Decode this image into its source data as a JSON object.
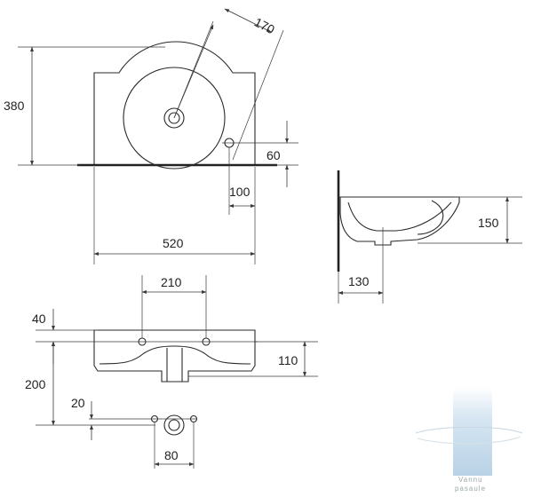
{
  "dimensions": {
    "radius": "170",
    "height_total": "380",
    "hole_offset_vertical": "60",
    "hole_offset_horizontal": "100",
    "width_total": "520",
    "depth_side": "150",
    "drain_offset_side": "130",
    "tap_holes_spacing": "210",
    "top_thickness": "40",
    "front_height": "200",
    "front_depth": "110",
    "small_offset": "20",
    "drain_spacing": "80"
  },
  "watermark": {
    "line1": "Vannu",
    "line2": "pasaule"
  },
  "colors": {
    "line": "#2a2a2a",
    "watermark_bar": "#cfe0ee"
  }
}
